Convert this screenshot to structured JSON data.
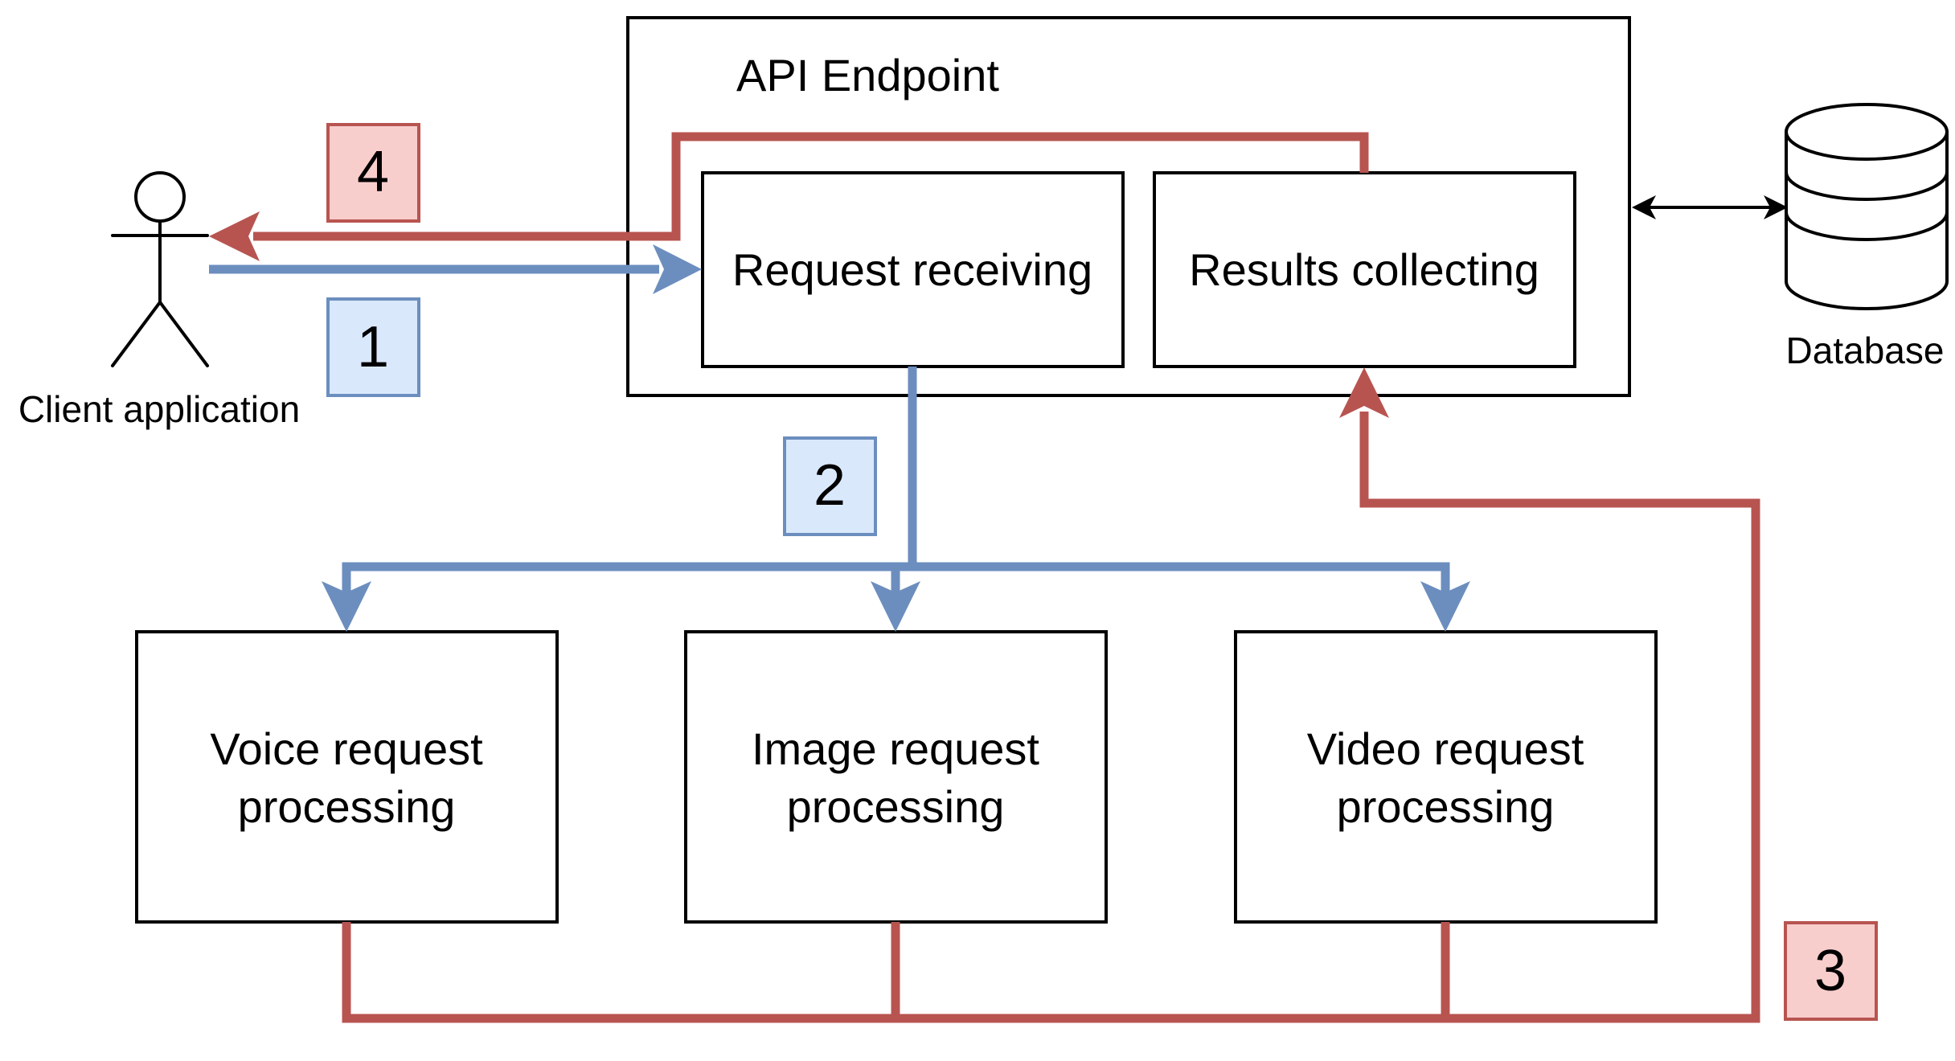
{
  "diagram": {
    "api_endpoint": {
      "label": "API Endpoint"
    },
    "request_receiving": {
      "label": "Request receiving"
    },
    "results_collecting": {
      "label": "Results collecting"
    },
    "database": {
      "label": "Database",
      "icon": "database-cylinder-icon"
    },
    "client": {
      "label": "Client application",
      "icon": "stick-figure-icon"
    },
    "processors": [
      {
        "line1": "Voice request",
        "line2": "processing"
      },
      {
        "line1": "Image request",
        "line2": "processing"
      },
      {
        "line1": "Video request",
        "line2": "processing"
      }
    ],
    "steps": [
      {
        "label": "1",
        "color": "blue"
      },
      {
        "label": "2",
        "color": "blue"
      },
      {
        "label": "3",
        "color": "red"
      },
      {
        "label": "4",
        "color": "red"
      }
    ]
  },
  "colors": {
    "blue_line": "#6c8ebf",
    "blue_fill": "#dae8fc",
    "red_line": "#b85450",
    "red_fill": "#f8cecc"
  }
}
